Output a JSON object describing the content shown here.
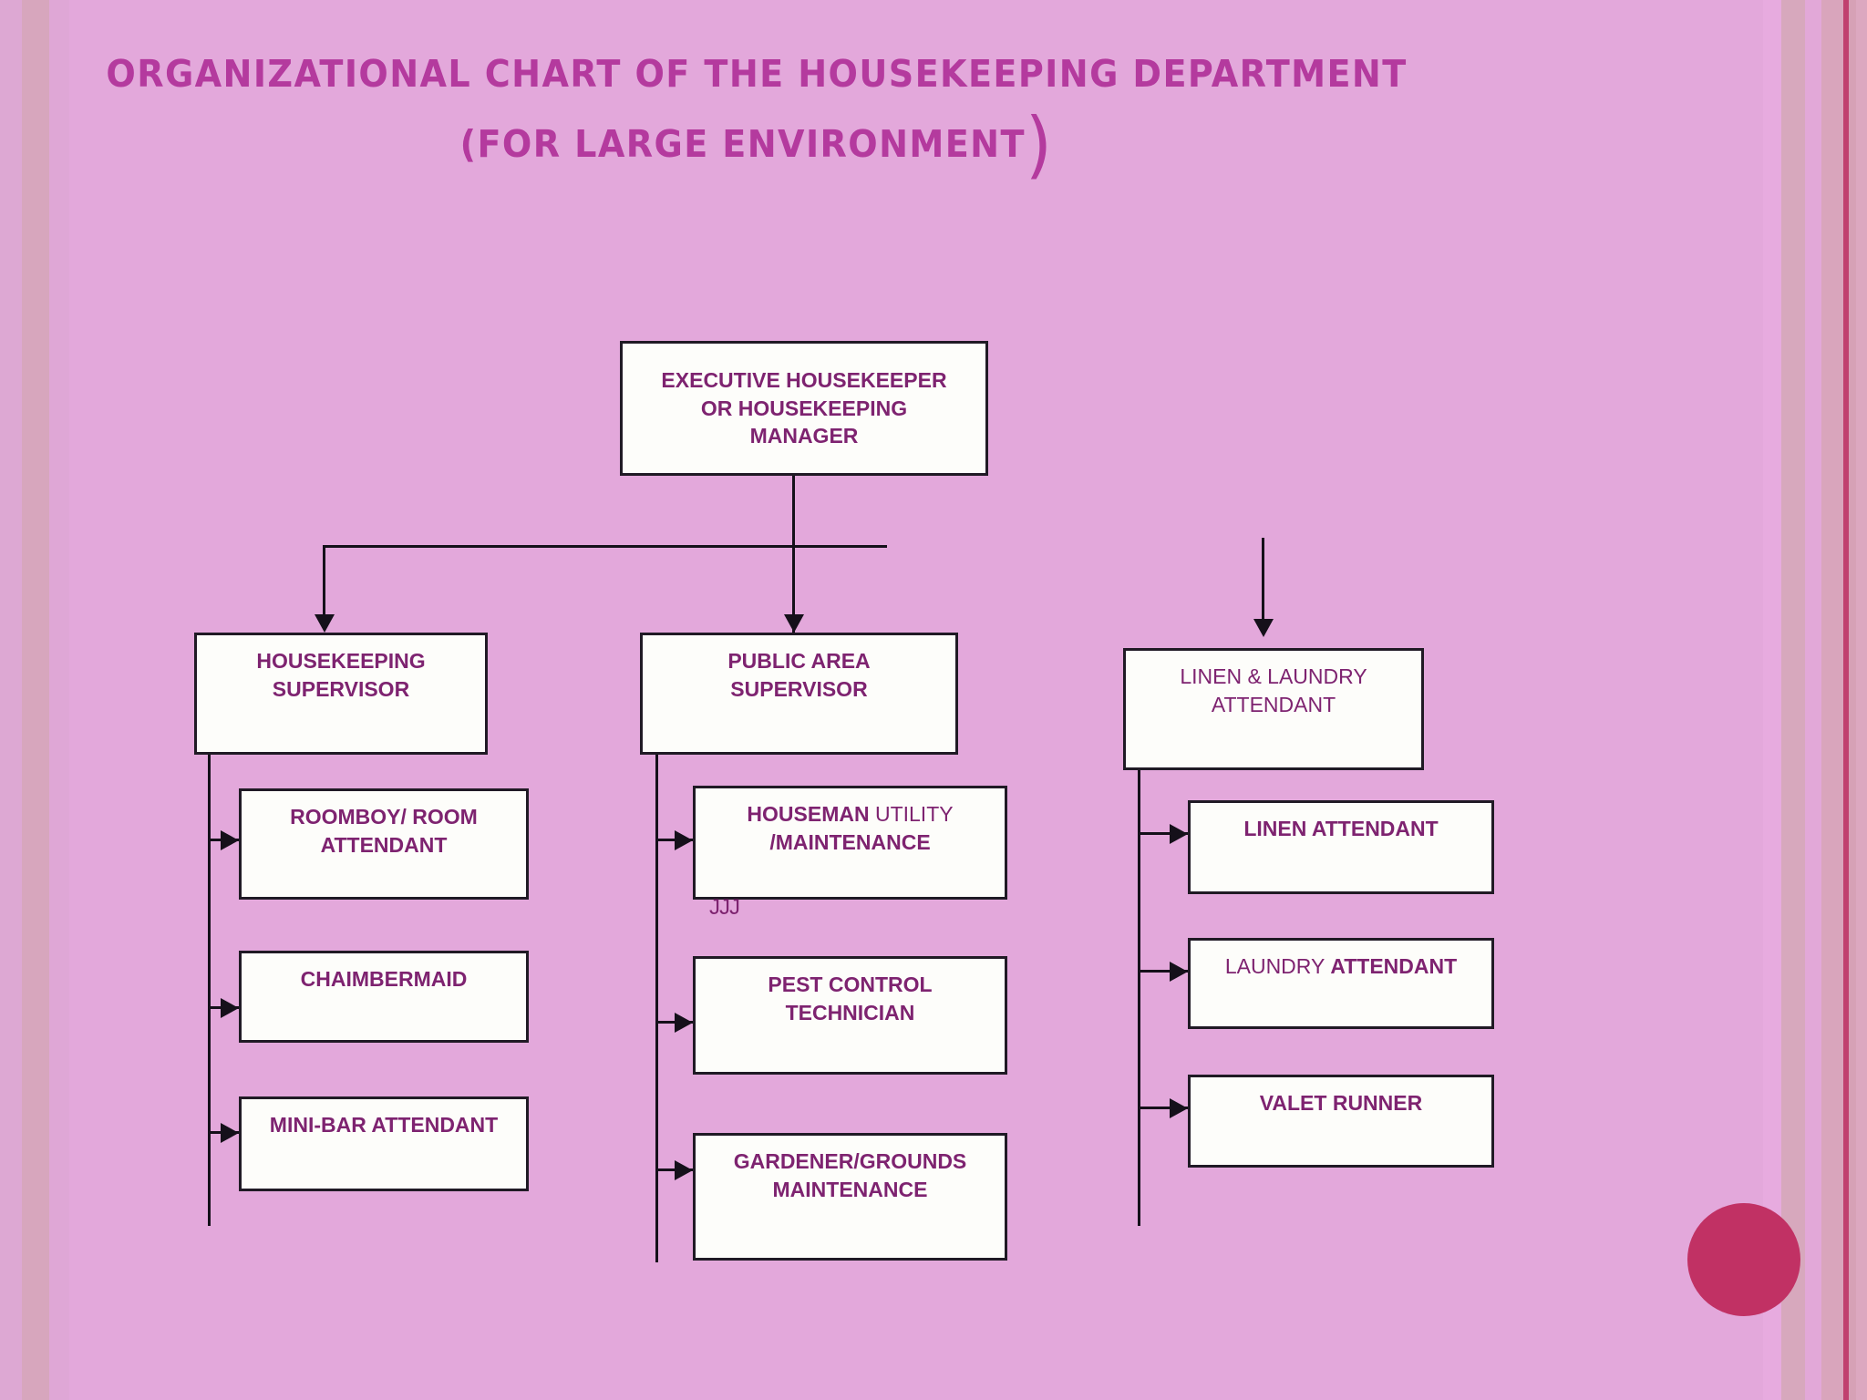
{
  "slide": {
    "background_color": "#e3a8db",
    "accent_color": "#b43a9e",
    "node_text_color": "#7e2370",
    "line_color": "#15101a",
    "circle_color": "#c13164"
  },
  "title": {
    "line1": "ORGANIZATIONAL CHART OF THE HOUSEKEEPING DEPARTMENT",
    "line2_text": "(FOR LARGE ENVIRONMENT",
    "line2_paren": ")"
  },
  "chart_data": {
    "type": "diagram",
    "diagram_kind": "organizational-chart",
    "root": {
      "id": "executive-housekeeper",
      "label": "EXECUTIVE HOUSEKEEPER OR HOUSEKEEPING MANAGER",
      "lines": [
        "EXECUTIVE HOUSEKEEPER",
        "OR HOUSEKEEPING",
        "MANAGER"
      ],
      "bold": true
    },
    "branches": [
      {
        "id": "housekeeping-supervisor",
        "label": "HOUSEKEEPING SUPERVISOR",
        "lines": [
          "HOUSEKEEPING",
          "SUPERVISOR"
        ],
        "bold": true,
        "children": [
          {
            "id": "roomboy-room-attendant",
            "label": "ROOMBOY/ ROOM ATTENDANT",
            "lines": [
              "ROOMBOY/ ROOM",
              "ATTENDANT"
            ],
            "bold": true
          },
          {
            "id": "chaimbermaid",
            "label": "CHAIMBERMAID",
            "lines": [
              "CHAIMBERMAID"
            ],
            "bold": true
          },
          {
            "id": "mini-bar-attendant",
            "label": "MINI-BAR ATTENDANT",
            "lines": [
              "MINI-BAR ATTENDANT"
            ],
            "bold": true
          }
        ]
      },
      {
        "id": "public-area-supervisor",
        "label": "PUBLIC AREA SUPERVISOR",
        "lines": [
          "PUBLIC AREA",
          "SUPERVISOR"
        ],
        "bold": true,
        "children": [
          {
            "id": "houseman-utility-maintenance",
            "label": "HOUSEMAN UTILITY /MAINTENANCE",
            "lines": [
              "HOUSEMAN UTILITY",
              "/MAINTENANCE"
            ],
            "bold": "mixed",
            "bold_part": "HOUSEMAN",
            "regular_part": " UTILITY",
            "bold_part2": "/MAINTENANCE"
          },
          {
            "id": "pest-control-technician",
            "label": "PEST CONTROL TECHNICIAN",
            "lines": [
              "PEST CONTROL",
              "TECHNICIAN"
            ],
            "bold": true
          },
          {
            "id": "gardener-grounds-maintenance",
            "label": "GARDENER/GROUNDS MAINTENANCE",
            "lines": [
              "GARDENER/GROUNDS",
              "MAINTENANCE"
            ],
            "bold": true
          }
        ]
      },
      {
        "id": "linen-laundry-attendant",
        "label": "LINEN & LAUNDRY ATTENDANT",
        "lines": [
          "LINEN & LAUNDRY",
          "ATTENDANT"
        ],
        "bold": false,
        "children": [
          {
            "id": "linen-attendant",
            "label": "LINEN ATTENDANT",
            "lines": [
              "LINEN ATTENDANT"
            ],
            "bold": true
          },
          {
            "id": "laundry-attendant",
            "label": "LAUNDRY ATTENDANT",
            "lines": [
              "LAUNDRY ATTENDANT"
            ],
            "bold": "mixed",
            "regular_part": "LAUNDRY ",
            "bold_part": "ATTENDANT"
          },
          {
            "id": "valet-runner",
            "label": "VALET RUNNER",
            "lines": [
              "VALET RUNNER"
            ],
            "bold": true
          }
        ]
      }
    ]
  },
  "nodes": {
    "exec": {
      "l1": "EXECUTIVE HOUSEKEEPER",
      "l2": "OR HOUSEKEEPING",
      "l3": "MANAGER"
    },
    "hk_sup": {
      "l1": "HOUSEKEEPING",
      "l2": "SUPERVISOR"
    },
    "pa_sup": {
      "l1": "PUBLIC AREA",
      "l2": "SUPERVISOR"
    },
    "ll_att": {
      "l1": "LINEN & LAUNDRY",
      "l2": "ATTENDANT"
    },
    "roomboy": {
      "l1": "ROOMBOY/ ROOM",
      "l2": "ATTENDANT"
    },
    "chamber": {
      "l1": "CHAIMBERMAID"
    },
    "minibar": {
      "l1": "MINI-BAR ATTENDANT"
    },
    "houseman": {
      "l1a": "HOUSEMAN",
      "l1b": " UTILITY",
      "l2": "/MAINTENANCE"
    },
    "pest": {
      "l1": "PEST CONTROL",
      "l2": "TECHNICIAN"
    },
    "gardener": {
      "l1": "GARDENER/GROUNDS",
      "l2": "MAINTENANCE"
    },
    "linen": {
      "l1": "LINEN ATTENDANT"
    },
    "laundry": {
      "l1a": "LAUNDRY ",
      "l1b": "ATTENDANT"
    },
    "valet": {
      "l1": "VALET RUNNER"
    }
  },
  "artifacts": {
    "stray_text": "JJJ"
  }
}
